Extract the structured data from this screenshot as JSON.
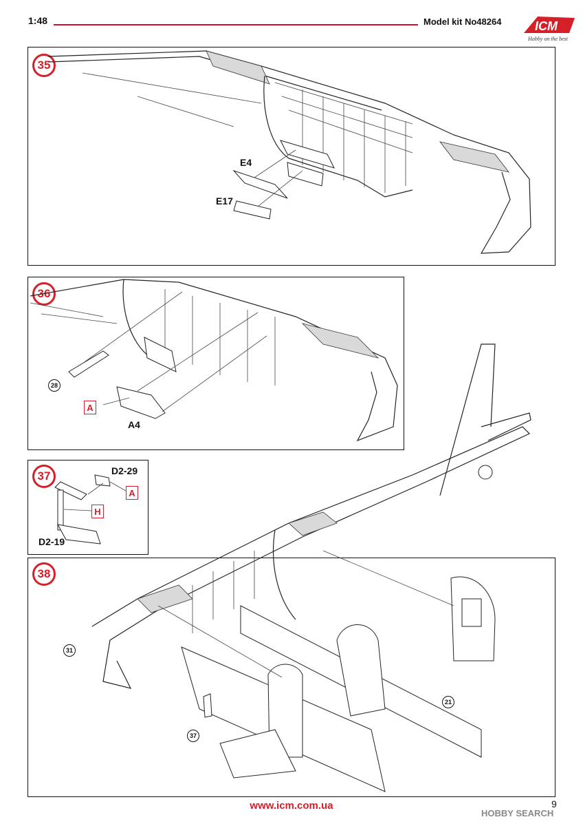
{
  "header": {
    "scale": "1:48",
    "kit": "Model kit No48264",
    "brand": "ICM",
    "tagline": "Hobby on the best",
    "accent": "#d5202a"
  },
  "steps": {
    "s35": {
      "number": "35",
      "labels": [
        "E4",
        "E17"
      ]
    },
    "s36": {
      "number": "36",
      "ref": "28",
      "paint": "A",
      "part": "A4"
    },
    "s37": {
      "number": "37",
      "part_top": "D2-29",
      "paint_a": "A",
      "paint_h": "H",
      "part_bottom": "D2-19"
    },
    "s38": {
      "number": "38",
      "ref_a": "31",
      "ref_b": "21",
      "ref_c": "37"
    }
  },
  "footer": {
    "url": "www.icm.com.ua",
    "page": "9",
    "watermark": "HOBBY SEARCH"
  }
}
